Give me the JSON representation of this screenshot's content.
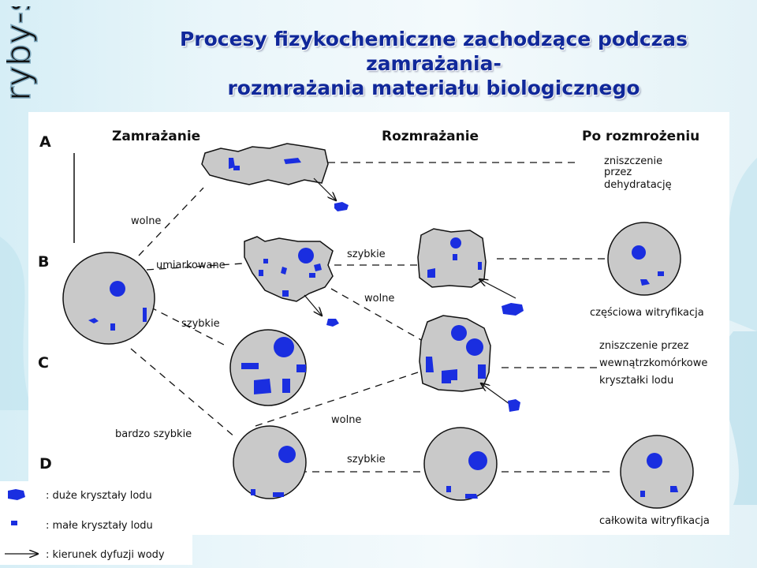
{
  "title": {
    "line1": "Procesy fizykochemiczne zachodzące podczas zamrażania-",
    "line2": "rozmrażania materiału biologicznego"
  },
  "logo_text": "ryby-spo",
  "headers": {
    "freezing": "Zamrażanie",
    "thawing": "Rozmrażanie",
    "after": "Po rozmrożeniu"
  },
  "rows": [
    "A",
    "B",
    "C",
    "D"
  ],
  "edge_labels": {
    "a_wolne": "wolne",
    "b_umiarkowane": "umiarkowane",
    "c_szybkie": "szybkie",
    "d_bardzo_szybkie": "bardzo szybkie",
    "b_thaw_szybkie": "szybkie",
    "b_thaw_wolne": "wolne",
    "c_thaw_wolne": "wolne",
    "d_thaw_szybkie": "szybkie"
  },
  "outcomes": {
    "a": [
      "zniszczenie",
      "przez",
      "dehydratację"
    ],
    "b": "częściowa witryfikacja",
    "c": [
      "zniszczenie przez",
      "wewnątrzkomórkowe",
      "kryształki lodu"
    ],
    "d": "całkowita witryfikacja"
  },
  "legend": {
    "large": ": duże kryształy lodu",
    "small": ": małe kryształy lodu",
    "arrow": ": kierunek dyfuzji wody"
  },
  "colors": {
    "title": "#10289a",
    "cell": "#c9c9c9",
    "crystal": "#1a2ee0",
    "ink": "#111111"
  }
}
